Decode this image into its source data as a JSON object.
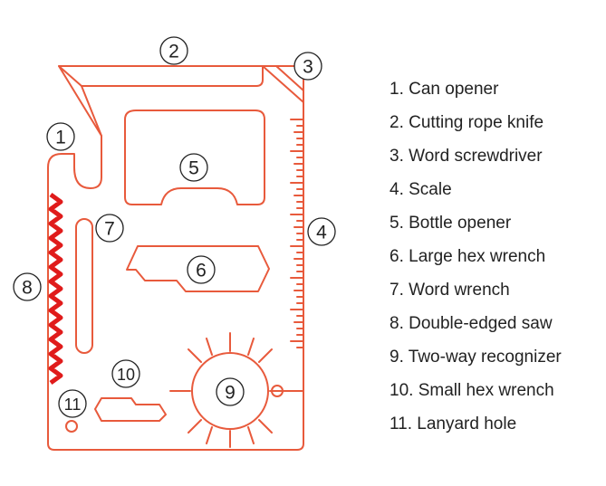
{
  "colors": {
    "outline": "#e85a3c",
    "saw": "#e01b1b",
    "text": "#222222"
  },
  "callouts": [
    "1",
    "2",
    "3",
    "4",
    "5",
    "6",
    "7",
    "8",
    "9",
    "10",
    "11"
  ],
  "legend": [
    "1. Can opener",
    "2. Cutting rope knife",
    "3. Word screwdriver",
    "4. Scale",
    "5. Bottle opener",
    "6. Large hex wrench",
    "7. Word wrench",
    "8. Double-edged saw",
    "9. Two-way recognizer",
    "10. Small hex wrench",
    "11. Lanyard hole"
  ]
}
